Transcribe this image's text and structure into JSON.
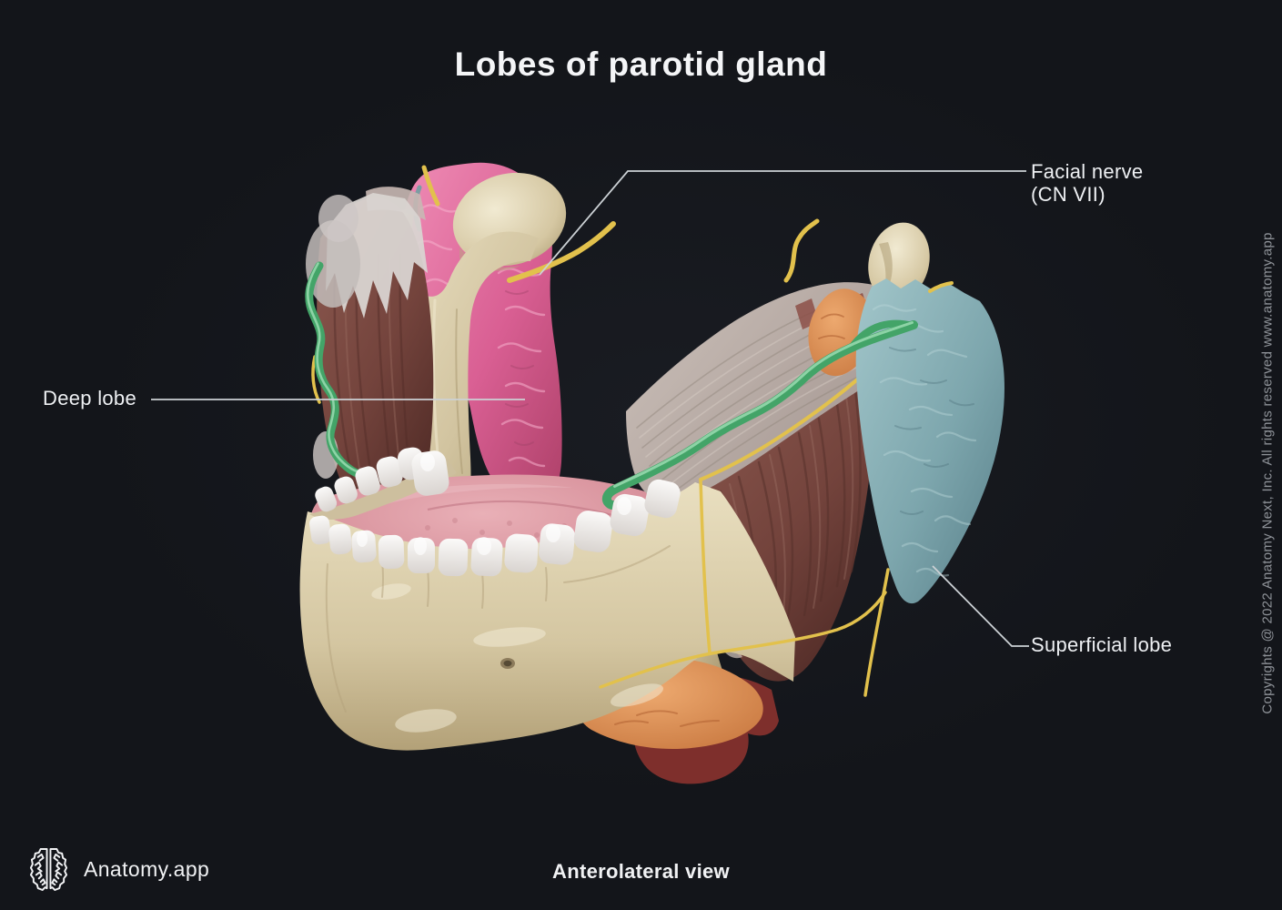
{
  "title": "Lobes of parotid gland",
  "caption": "Anterolateral view",
  "brand": {
    "name": "Anatomy.app",
    "logo_icon": "brain-icon"
  },
  "copyright": "Copyrights @ 2022 Anatomy Next, Inc. All rights reserved www.anatomy.app",
  "labels": {
    "facial_nerve_line1": "Facial nerve",
    "facial_nerve_line2": "(CN VII)",
    "deep_lobe": "Deep lobe",
    "superficial_lobe": "Superficial lobe"
  },
  "structures": {
    "deep_lobe_color": "#d95f93",
    "superficial_lobe_color": "#7da6ad",
    "facial_nerve_color": "#e2c14c",
    "parotid_duct_color": "#43a468",
    "bone_color": "#d6c9a8",
    "muscle_color": "#7c4a42",
    "fascia_color": "#b7aaa5",
    "accessory_gland_color": "#dc8c52",
    "tongue_color": "#d98f9b",
    "teeth_color": "#eeece9",
    "background_color": "#13151a",
    "leader_line_color": "#ccd1d5",
    "label_text_color": "#eef0f3"
  }
}
